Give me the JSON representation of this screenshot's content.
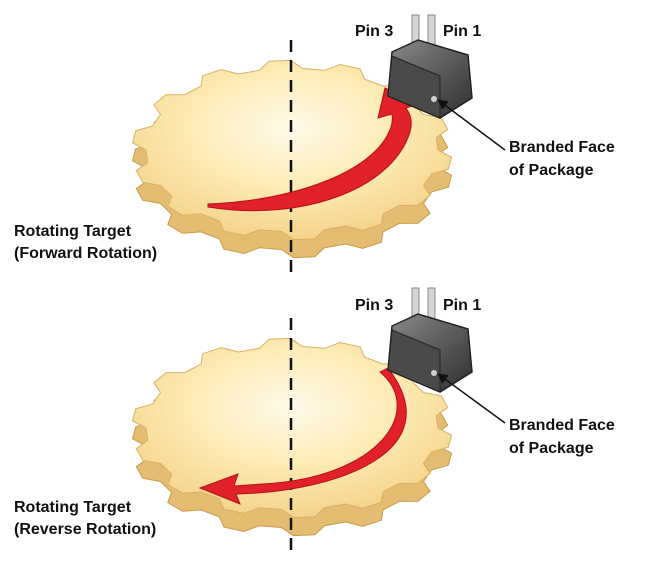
{
  "panels": [
    {
      "id": "forward",
      "pin_left": "Pin 3",
      "pin_right": "Pin 1",
      "branded_line1": "Branded Face",
      "branded_line2": "of Package",
      "target_line1": "Rotating Target",
      "target_line2": "(Forward Rotation)"
    },
    {
      "id": "reverse",
      "pin_left": "Pin 3",
      "pin_right": "Pin 1",
      "branded_line1": "Branded Face",
      "branded_line2": "of Package",
      "target_line1": "Rotating Target",
      "target_line2": "(Reverse Rotation)"
    }
  ],
  "colors": {
    "gear_top": "#fbe6a6",
    "gear_center": "#fff8e0",
    "gear_side": "#e7c27a",
    "arrow": "#e0202a",
    "package": "#5a5a5a",
    "pins": "#cfcfcf"
  }
}
